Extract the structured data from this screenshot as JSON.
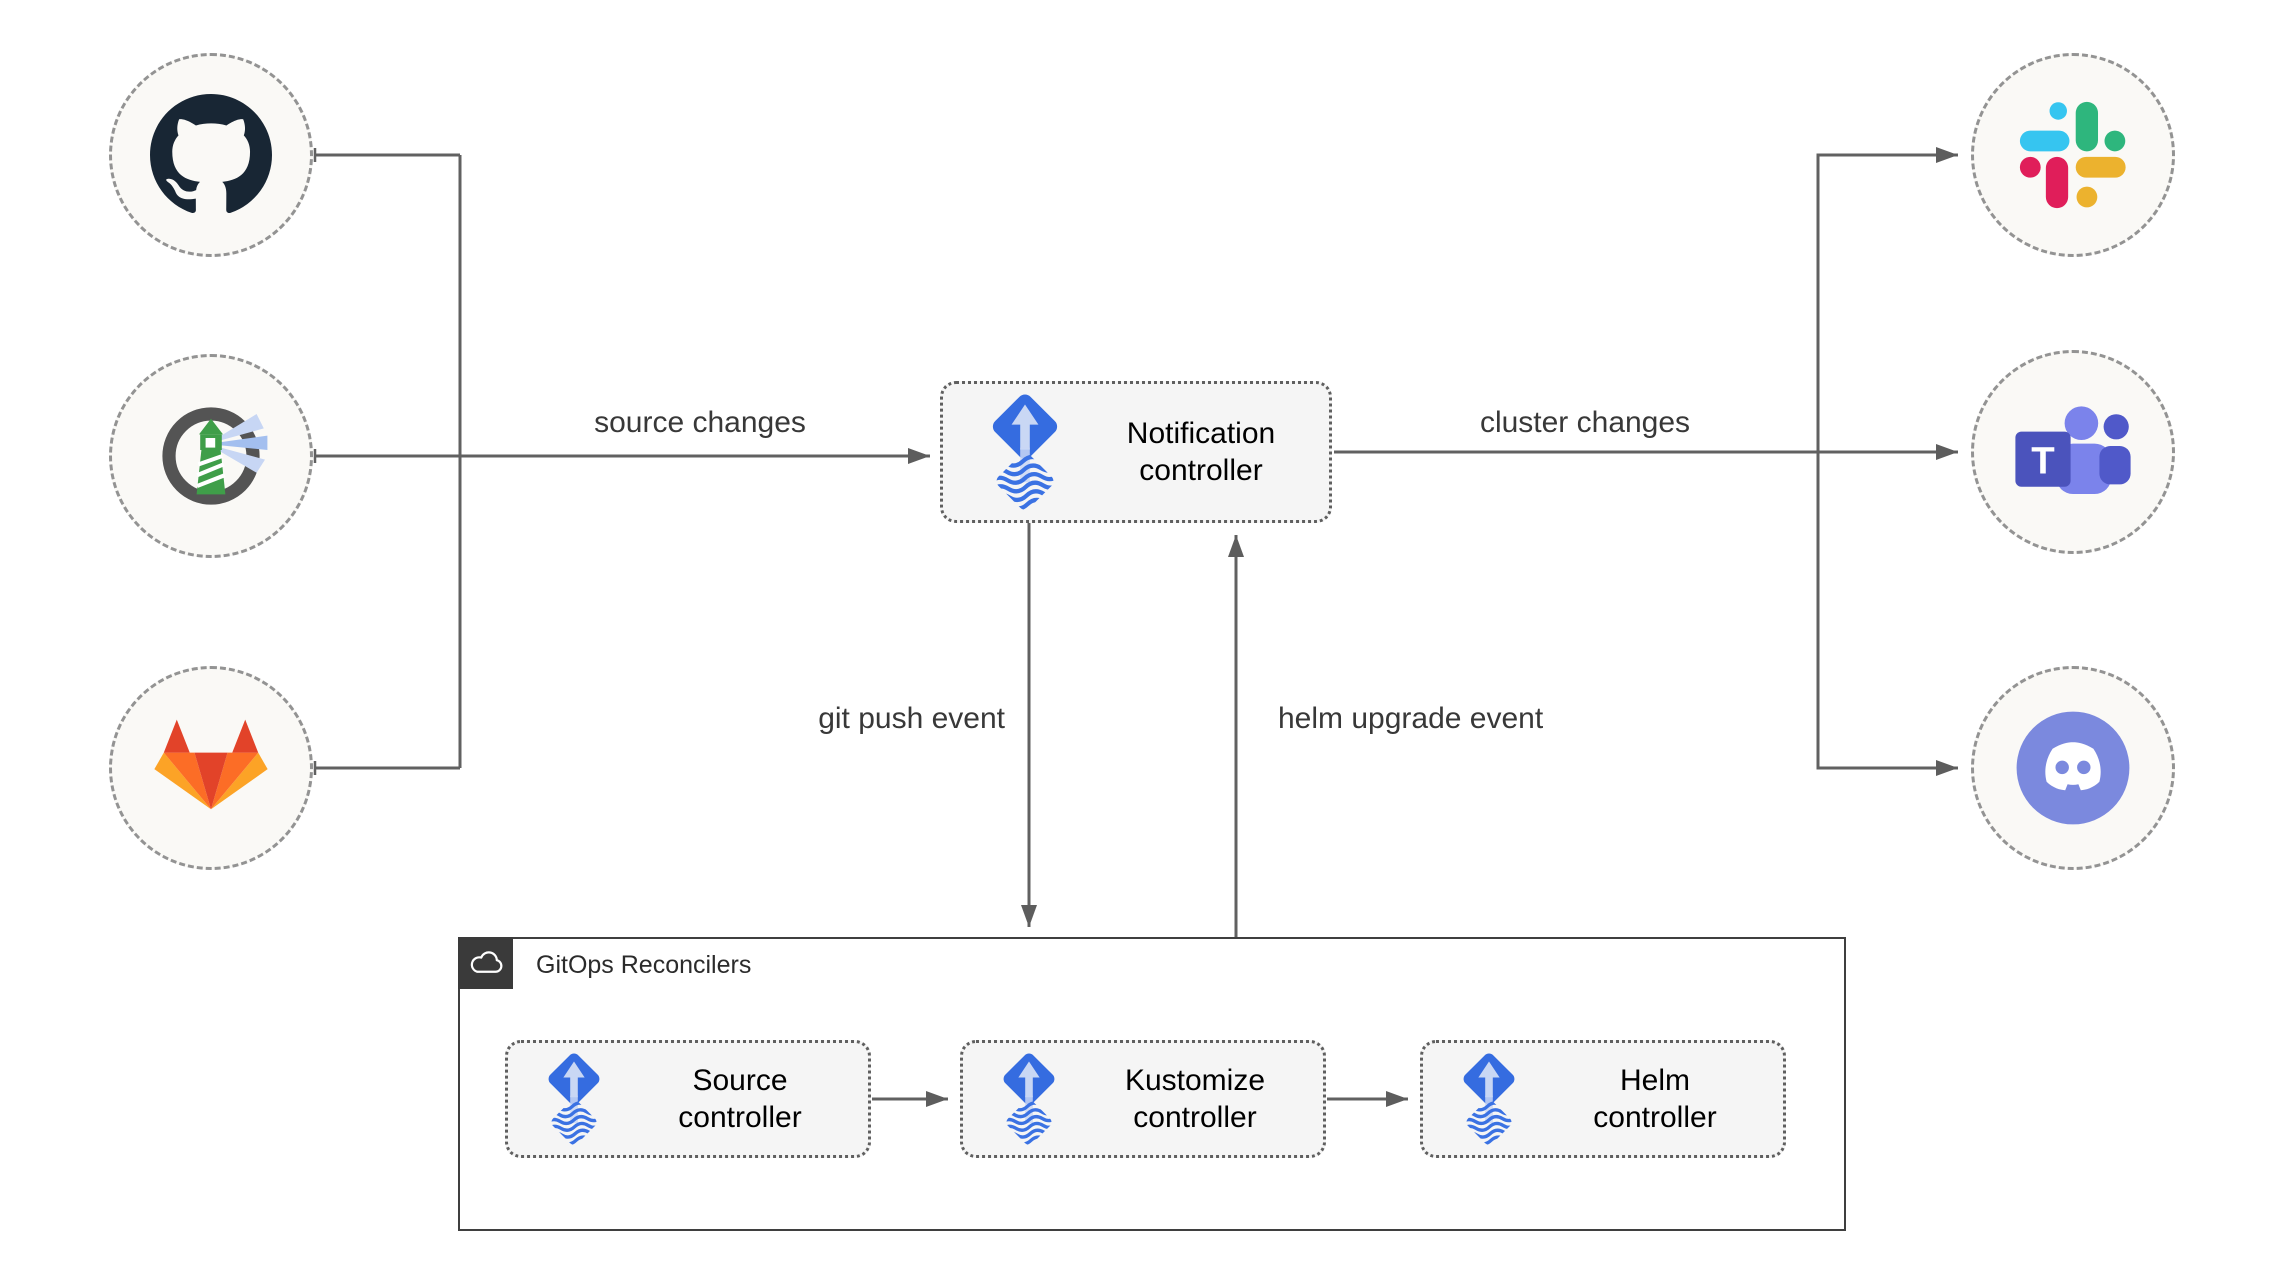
{
  "edge_labels": {
    "source_changes": "source changes",
    "cluster_changes": "cluster changes",
    "git_push_event": "git push event",
    "helm_upgrade_event": "helm upgrade event"
  },
  "nodes": {
    "notification": {
      "label": "Notification controller",
      "icon": "flux-icon"
    },
    "source": {
      "label": "Source controller",
      "icon": "flux-icon"
    },
    "kustomize": {
      "label": "Kustomize controller",
      "icon": "flux-icon"
    },
    "helm": {
      "label": "Helm controller",
      "icon": "flux-icon"
    }
  },
  "container": {
    "label": "GitOps Reconcilers",
    "icon": "cloud-icon"
  },
  "endpoints": {
    "left": [
      {
        "icon": "github-icon"
      },
      {
        "icon": "harbor-icon"
      },
      {
        "icon": "gitlab-icon"
      }
    ],
    "right": [
      {
        "icon": "slack-icon"
      },
      {
        "icon": "teams-icon"
      },
      {
        "icon": "discord-icon"
      }
    ]
  },
  "icons": {
    "teams_t_label": "T"
  },
  "colors": {
    "flux_blue": "#356CE0",
    "flux_light": "#C9D7F4",
    "github_dark": "#182634",
    "harbor_green": "#3F9E49",
    "gitlab_red": "#E24329",
    "gitlab_orange": "#FC6D26",
    "gitlab_yellow": "#FCA326",
    "slack_blue": "#36C5F0",
    "slack_green": "#2EB67D",
    "slack_red": "#E01E5A",
    "slack_yellow": "#ECB22E",
    "teams_purple": "#4B53BC",
    "teams_light_purple": "#7B83EB",
    "discord_blurple": "#7289DA",
    "edge_gray": "#616161",
    "node_fill": "#F5F5F5",
    "circle_fill": "#FAF9F6",
    "container_border": "#3F3F3F"
  }
}
